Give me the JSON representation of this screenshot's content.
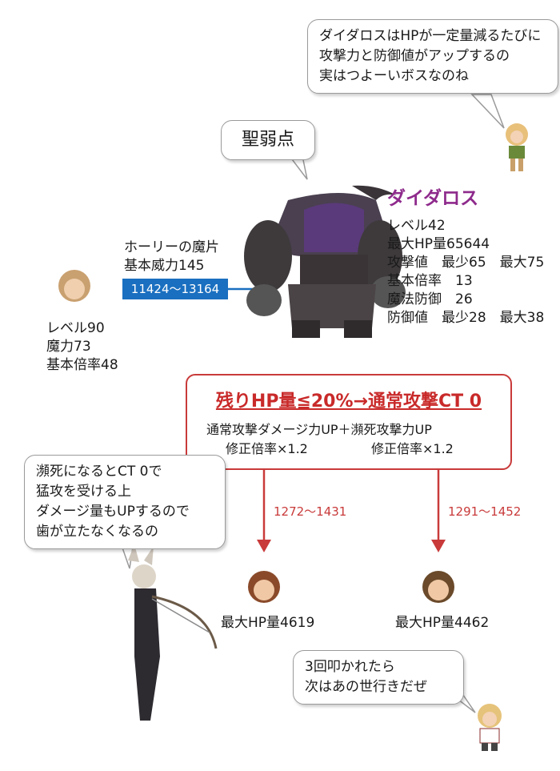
{
  "bubbles": {
    "top_right": [
      "ダイダロスはHPが一定量減るたびに",
      "攻撃力と防御値がアップするの",
      "実はつよーいボスなのね"
    ],
    "holy_weak": "聖弱点",
    "left": [
      "瀕死になるとCT 0で",
      "猛攻を受ける上",
      "ダメージ量もUPするので",
      "歯が立たなくなるの"
    ],
    "bottom_right": [
      "3回叩かれたら",
      "次はあの世行きだぜ"
    ]
  },
  "boss": {
    "name": "ダイダロス",
    "stats": [
      "レベル42",
      "最大HP量65644",
      "攻撃値　最少65　最大75",
      "基本倍率　13",
      "魔法防御　26",
      "防御値　最少28　最大38"
    ]
  },
  "attack": {
    "spell": "ホーリーの魔片",
    "power": "基本威力145",
    "damage": "11424〜13164"
  },
  "player": {
    "stats": [
      "レベル90",
      "魔力73",
      "基本倍率48"
    ]
  },
  "condition": {
    "title": "残りHP量≦20%→通常攻撃CT 0",
    "line1": "通常攻撃ダメージ力UP＋瀕死攻撃力UP",
    "mod_left": "修正倍率×1.2",
    "mod_right": "修正倍率×1.2"
  },
  "targets": [
    {
      "damage": "1272〜1431",
      "hp": "最大HP量4619"
    },
    {
      "damage": "1291〜1452",
      "hp": "最大HP量4462"
    }
  ],
  "colors": {
    "boss_name": "#8e2a8c",
    "condition_red": "#c93a3a",
    "damage_blue": "#1a6fc0"
  }
}
